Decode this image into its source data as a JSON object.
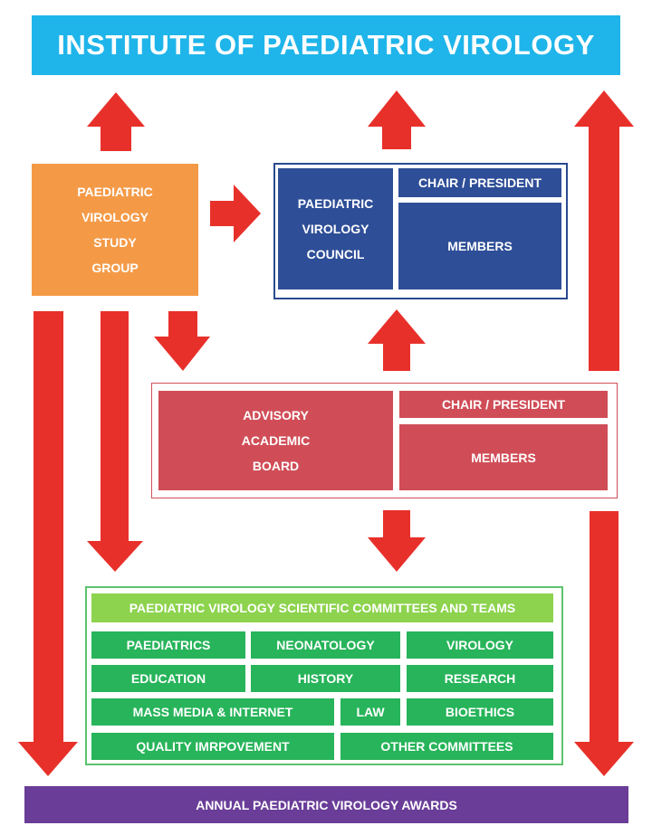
{
  "title": "INSTITUTE OF PAEDIATRIC VIROLOGY",
  "study_group": {
    "line1": "PAEDIATRIC",
    "line2": "VIROLOGY",
    "line3": "STUDY",
    "line4": "GROUP"
  },
  "council": {
    "line1": "PAEDIATRIC",
    "line2": "VIROLOGY",
    "line3": "COUNCIL",
    "chair": "CHAIR / PRESIDENT",
    "members": "MEMBERS"
  },
  "board": {
    "line1": "ADVISORY",
    "line2": "ACADEMIC",
    "line3": "BOARD",
    "chair": "CHAIR / PRESIDENT",
    "members": "MEMBERS"
  },
  "committees": {
    "header": "PAEDIATRIC VIROLOGY SCIENTIFIC COMMITTEES AND TEAMS",
    "items": [
      "PAEDIATRICS",
      "NEONATOLOGY",
      "VIROLOGY",
      "EDUCATION",
      "HISTORY",
      "RESEARCH",
      "MASS MEDIA & INTERNET",
      "LAW",
      "BIOETHICS",
      "QUALITY IMRPOVEMENT",
      "OTHER COMMITTEES"
    ]
  },
  "awards": "ANNUAL PAEDIATRIC VIROLOGY AWARDS",
  "colors": {
    "title": "#1fb5ea",
    "study_group": "#f49a47",
    "council": "#2e4e97",
    "board": "#d04d57",
    "committee_header": "#8dd34e",
    "committee_item": "#27b45a",
    "awards": "#6a3d98",
    "arrow": "#e8302a"
  }
}
